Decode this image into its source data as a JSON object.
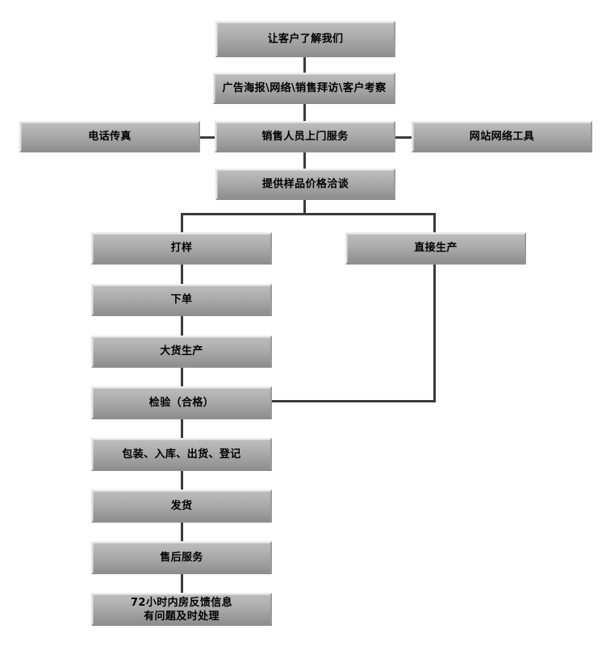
{
  "diagram": {
    "title_text": "",
    "colors": {
      "node_fill_top": "#bdbdbd",
      "node_fill_bottom": "#8e8e8e",
      "node_border_light": "#ececec",
      "node_border_dark": "#8f8f8f",
      "connector": "#3b3b3b",
      "text": "#000000",
      "background": "#ffffff"
    },
    "nodes": [
      {
        "id": "know-us",
        "label": "让客户了解我们"
      },
      {
        "id": "channels",
        "label": "广告海报\\网络\\销售拜访\\客户考察"
      },
      {
        "id": "phone-fax",
        "label": "电话传真"
      },
      {
        "id": "sales-visit",
        "label": "销售人员上门服务"
      },
      {
        "id": "website-tools",
        "label": "网站网络工具"
      },
      {
        "id": "sample-price",
        "label": "提供样品价格洽谈"
      },
      {
        "id": "sampling",
        "label": "打样"
      },
      {
        "id": "direct-produce",
        "label": "直接生产"
      },
      {
        "id": "place-order",
        "label": "下单"
      },
      {
        "id": "bulk-produce",
        "label": "大货生产"
      },
      {
        "id": "inspection",
        "label": "检验（合格）"
      },
      {
        "id": "pack-store",
        "label": "包装、入库、出货、登记"
      },
      {
        "id": "ship",
        "label": "发货"
      },
      {
        "id": "after-sales",
        "label": "售后服务"
      },
      {
        "id": "feedback",
        "label": "72小时内房反馈信息\n有问题及时处理"
      }
    ],
    "connector_count": 20
  }
}
